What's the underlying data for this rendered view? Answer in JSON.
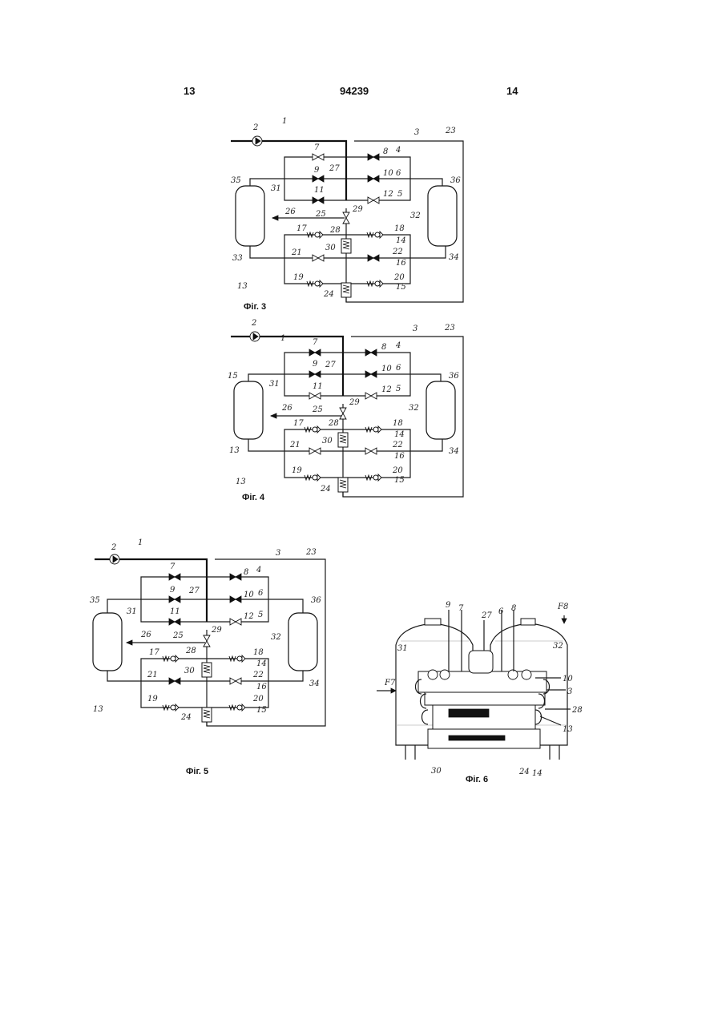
{
  "header": {
    "page_left": "13",
    "patent_number": "94239",
    "page_right": "14"
  },
  "figures": [
    {
      "id": "fig3",
      "caption": "Фіг. 3",
      "labels": [
        "1",
        "2",
        "3",
        "23",
        "4",
        "6",
        "5",
        "7",
        "8",
        "9",
        "10",
        "11",
        "12",
        "27",
        "25",
        "26",
        "29",
        "28",
        "30",
        "35",
        "31",
        "36",
        "32",
        "33",
        "34",
        "17",
        "18",
        "14",
        "21",
        "22",
        "16",
        "19",
        "20",
        "15",
        "24",
        "13"
      ]
    },
    {
      "id": "fig4",
      "caption": "Фіг. 4",
      "labels": [
        "1",
        "2",
        "3",
        "23",
        "4",
        "6",
        "5",
        "7",
        "8",
        "9",
        "10",
        "11",
        "12",
        "27",
        "25",
        "26",
        "29",
        "28",
        "30",
        "15",
        "31",
        "36",
        "32",
        "13",
        "34",
        "17",
        "18",
        "14",
        "21",
        "22",
        "16",
        "19",
        "20",
        "15",
        "24",
        "13"
      ]
    },
    {
      "id": "fig5",
      "caption": "Фіг. 5",
      "labels": [
        "1",
        "2",
        "3",
        "23",
        "4",
        "6",
        "5",
        "7",
        "8",
        "9",
        "10",
        "11",
        "12",
        "27",
        "25",
        "26",
        "29",
        "28",
        "30",
        "35",
        "31",
        "36",
        "32",
        "34",
        "17",
        "18",
        "14",
        "21",
        "22",
        "16",
        "19",
        "20",
        "15",
        "24",
        "13"
      ]
    },
    {
      "id": "fig6",
      "caption": "Фіг. 6",
      "labels": [
        "9",
        "7",
        "27",
        "6",
        "8",
        "F8",
        "31",
        "32",
        "10",
        "F7",
        "3",
        "28",
        "13",
        "30",
        "24",
        "14"
      ]
    }
  ]
}
